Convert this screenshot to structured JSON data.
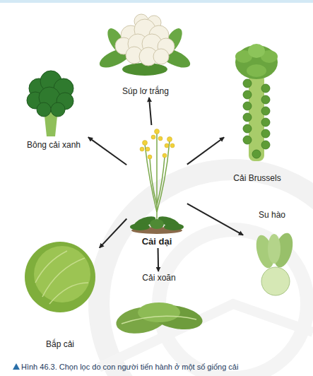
{
  "diagram": {
    "caption": "Hình 46.3. Chọn lọc do con người tiến hành ở một số giống cải",
    "nodes": [
      {
        "text": [
          "Súp lơ trắng"
        ]
      },
      {
        "text": [
          "Bông cải xanh"
        ]
      },
      {
        "text": [
          "Cải Brussels"
        ]
      },
      {
        "text": [
          "Cải dại"
        ]
      },
      {
        "text": [
          "Bắp cải"
        ]
      },
      {
        "text": [
          "Cải xoăn"
        ]
      },
      {
        "text": [
          "Su hào"
        ]
      }
    ],
    "edges": [
      {
        "from": 3,
        "to": 0,
        "arrow": "to"
      },
      {
        "from": 3,
        "to": 1,
        "arrow": "to"
      },
      {
        "from": 3,
        "to": 2,
        "arrow": "to"
      },
      {
        "from": 3,
        "to": 4,
        "arrow": "to"
      },
      {
        "from": 3,
        "to": 5,
        "arrow": "to"
      },
      {
        "from": 3,
        "to": 6,
        "arrow": "to"
      }
    ]
  }
}
